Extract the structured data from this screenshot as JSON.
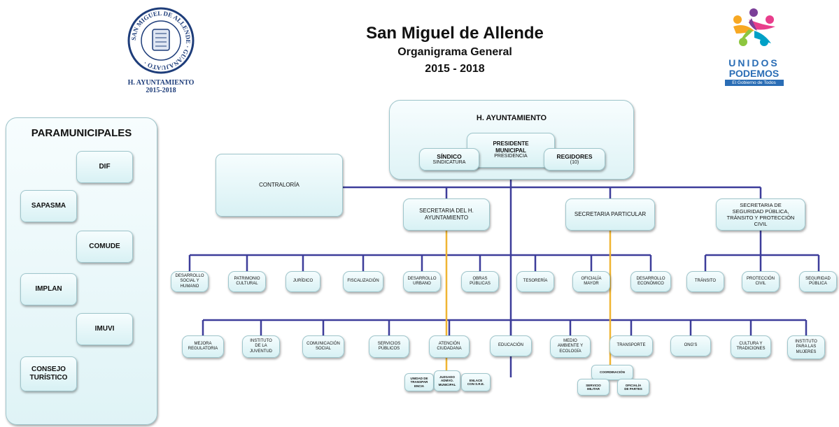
{
  "header": {
    "title": "San Miguel de Allende",
    "subtitle": "Organigrama General",
    "years": "2015 - 2018"
  },
  "left_logo": {
    "ring_text": "SAN MIGUEL DE ALLENDE · GUANAJUATO ·",
    "caption": "H. AYUNTAMIENTO",
    "years": "2015-2018"
  },
  "right_logo": {
    "line1": "UNIDOS",
    "line2": "PODEMOS",
    "tagline": "El Gobierno de Todos",
    "colors": [
      "#e83e8c",
      "#f7a823",
      "#8dc63f",
      "#00a0c6",
      "#7b3f98",
      "#e5332a"
    ]
  },
  "colors": {
    "connector_blue": "#3d3d9a",
    "connector_gold": "#f0b532",
    "box_border": "#9fc6cc"
  },
  "paramunicipales": {
    "title": "PARAMUNICIPALES",
    "items": [
      "DIF",
      "SAPASMA",
      "COMUDE",
      "IMPLAN",
      "IMUVI",
      "CONSEJO\nTURÍSTICO"
    ]
  },
  "contraloria": "CONTRALORÍA",
  "ayuntamiento": {
    "title": "H. AYUNTAMIENTO",
    "presidente": "PRESIDENTE\nMUNICIPAL",
    "presidencia": "PRESIDENCIA",
    "sindico": "SÍNDICO",
    "sindicatura": "SINDICATURA",
    "regidores": "REGIDORES",
    "regidores_count": "(10)"
  },
  "secretarias": [
    "SECRETARIA DEL H.\nAYUNTAMIENTO",
    "SECRETARIA PARTICULAR",
    "SECRETARIA DE\nSEGURIDAD PÚBLICA,\nTRÁNSITO Y PROTECCIÓN\nCIVIL"
  ],
  "row1": [
    "DESARROLLO\nSOCIAL Y\nHUMANO",
    "PATRIMONIO\nCULTURAL",
    "JURÍDICO",
    "FISCALIZACIÓN",
    "DESARROLLO\nURBANO",
    "OBRAS\nPÚBLICAS",
    "TESORERÍA",
    "OFICIALÍA\nMAYOR",
    "DESARROLLO\nECONÓMICO"
  ],
  "row1_security": [
    "TRÁNSITO",
    "PROTECCIÓN\nCIVIL",
    "SEGURIDAD\nPÚBLICA"
  ],
  "row2": [
    "MEJORA\nREGULATORIA",
    "INSTITUTO\nDE LA\nJUVENTUD",
    "COMUNICACIÓN\nSOCIAL",
    "SERVICIOS\nPÚBLICOS",
    "ATENCIÓN\nCIUDADANA",
    "EDUCACIÓN",
    "MEDIO\nAMBIENTE Y\nECOLOGÍA",
    "TRANSPORTE",
    "ONG'S",
    "CULTURA Y\nTRADICIONES",
    "INSTITUTO\nPARA LAS\nMUJERES"
  ],
  "sub_atencion": [
    "UNIDAD DE\nTRANSPAR\nENCIA",
    "JUZGADO\nADMVO.\nMUNICIPAL",
    "ENLACE\nCON S.R.E."
  ],
  "coordinacion": {
    "title": "COORDINACIÓN",
    "items": [
      "SERVICIO\nMILITAR",
      "OFICIALÍA\nDE PARTES"
    ]
  }
}
